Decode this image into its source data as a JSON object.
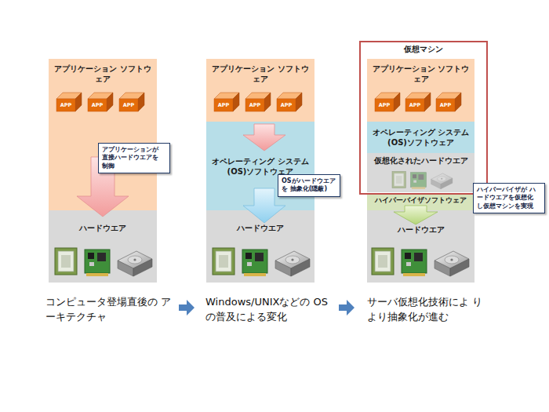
{
  "diagram": {
    "nodes": [
      {
        "text": [
          "アプリケーション ソフトウェア"
        ]
      },
      {
        "text": [
          "アプリケーションが 直接ハードウエアを 制御"
        ]
      },
      {
        "text": [
          "ハードウエア"
        ]
      },
      {
        "text": [
          "アプリケーション ソフトウェア"
        ]
      },
      {
        "text": [
          "オペレーティング システム(OS)ソフトウェア"
        ]
      },
      {
        "text": [
          "OSがハードウエアを 抽象化(隠蔽)"
        ]
      },
      {
        "text": [
          "ハードウエア"
        ]
      },
      {
        "text": [
          "仮想マシン"
        ]
      },
      {
        "text": [
          "アプリケーション ソフトウェア"
        ],
        "in": 7
      },
      {
        "text": [
          "オペレーティング システム(OS)ソフトウェア"
        ],
        "in": 7
      },
      {
        "text": [
          "仮想化されたハードウエア"
        ],
        "in": 7
      },
      {
        "text": [
          "ハイパーバイザソフトウェア"
        ]
      },
      {
        "text": [
          "ハイパーバイザが ハードウエアを仮想化 し仮想マシンを実現"
        ]
      },
      {
        "text": [
          "ハードウエア"
        ]
      }
    ],
    "labels": [
      "APP",
      "APP",
      "APP",
      "APP",
      "APP",
      "APP",
      "APP",
      "APP",
      "APP",
      "コンピュータ登場直後の アーキテクチャ",
      "Windows/UNIXなどの OSの普及による変化",
      "サーバ仮想化技術によ りより抽象化が進む"
    ]
  }
}
